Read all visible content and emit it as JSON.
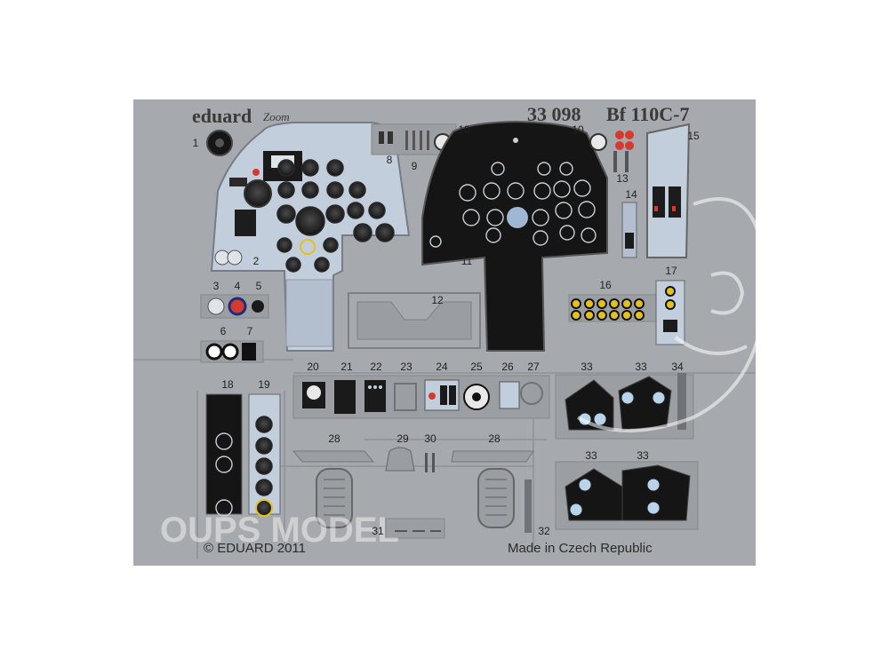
{
  "header": {
    "brand": "eduard",
    "zoom": "Zoom",
    "set_number": "33 098",
    "aircraft": "Bf 110C-7"
  },
  "footer": {
    "copyright": "© EDUARD 2011",
    "origin": "Made in Czech Republic"
  },
  "watermark": "OUPS MODEL",
  "part_numbers": [
    "1",
    "2",
    "3",
    "4",
    "5",
    "6",
    "7",
    "8",
    "9",
    "10",
    "10",
    "11",
    "12",
    "13",
    "14",
    "15",
    "16",
    "17",
    "18",
    "19",
    "20",
    "21",
    "22",
    "23",
    "24",
    "25",
    "26",
    "27",
    "28",
    "28",
    "29",
    "30",
    "31",
    "32",
    "33",
    "33",
    "33",
    "33",
    "34"
  ],
  "colors": {
    "fret": "#a6a9ad",
    "panel_light": "#c3cedd",
    "panel_dark": "#151515",
    "warning_red": "#d63a2f",
    "knob_yellow": "#e2c21b",
    "text": "#2b2b2b"
  }
}
